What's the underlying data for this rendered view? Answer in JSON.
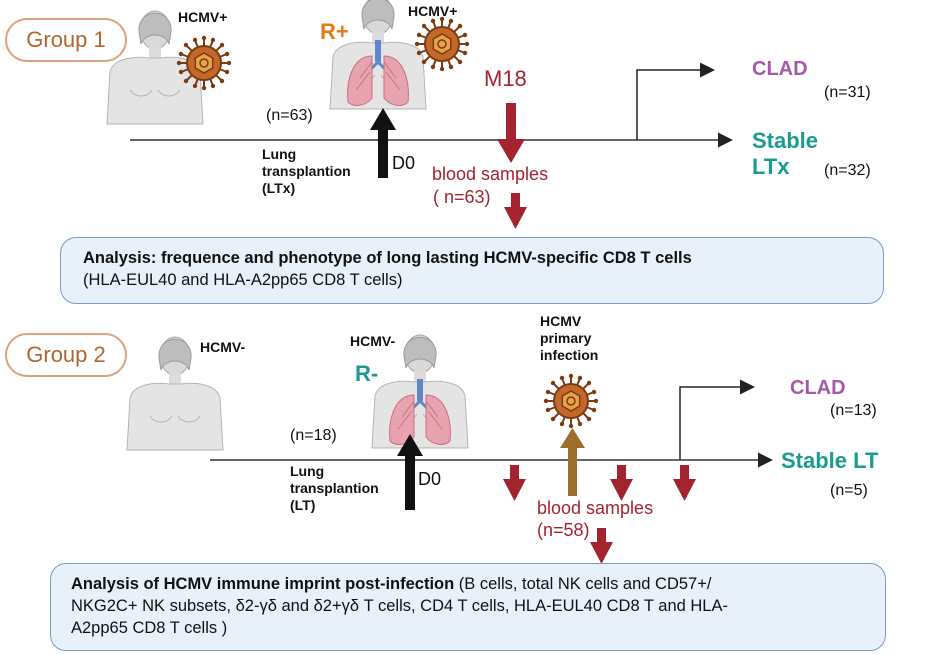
{
  "group1": {
    "label": "Group 1",
    "donor_status": "HCMV+",
    "recipient": "R+",
    "recipient_status": "HCMV+",
    "n_total": "(n=63)",
    "transplant_label": "Lung\ntransplantion\n(LTx)",
    "d0": "D0",
    "m18": "M18",
    "blood_samples": "blood samples",
    "blood_n": "( n=63)",
    "clad": "CLAD",
    "clad_n": "(n=31)",
    "stable": "Stable\nLTx",
    "stable_n": "(n=32)",
    "analysis_bold": "Analysis",
    "analysis_rest_bold": ": frequence and phenotype of long lasting  HCMV-specific CD8 T cells",
    "analysis_line2": "(HLA-EUL40 and HLA-A2pp65 CD8 T cells)"
  },
  "group2": {
    "label": "Group 2",
    "donor_status": "HCMV-",
    "recipient": "R-",
    "recipient_status": "HCMV-",
    "infection_label": "HCMV\nprimary\ninfection",
    "n_total": "(n=18)",
    "transplant_label": "Lung\ntransplantion\n(LT)",
    "d0": "D0",
    "blood_samples": "blood samples",
    "blood_n": "(n=58)",
    "clad": "CLAD",
    "clad_n": "(n=13)",
    "stable": "Stable LT",
    "stable_n": "(n=5)",
    "analysis_bold": "Analysis of HCMV immune imprint post-infection",
    "analysis_rest": " (B cells, total NK cells and CD57+/",
    "analysis_line2": "NKG2C+ NK subsets, δ2-γδ and δ2+γδ T cells, CD4 T cells, HLA-EUL40 CD8 T and HLA-",
    "analysis_line3": "A2pp65 CD8 T cells )"
  },
  "colors": {
    "pill_border": "#e0a07a",
    "pill_text": "#b0672f",
    "red_arrow": "#a3242f",
    "brown_arrow": "#9c6d2b",
    "teal": "#1a9b8d",
    "purple": "#a45aa8",
    "orange": "#e07b1a",
    "panel_fill": "#e8f0fa",
    "panel_border": "#7a9cc9"
  },
  "icons": [
    "person-silhouette-icon",
    "virus-icon",
    "lungs-icon"
  ]
}
